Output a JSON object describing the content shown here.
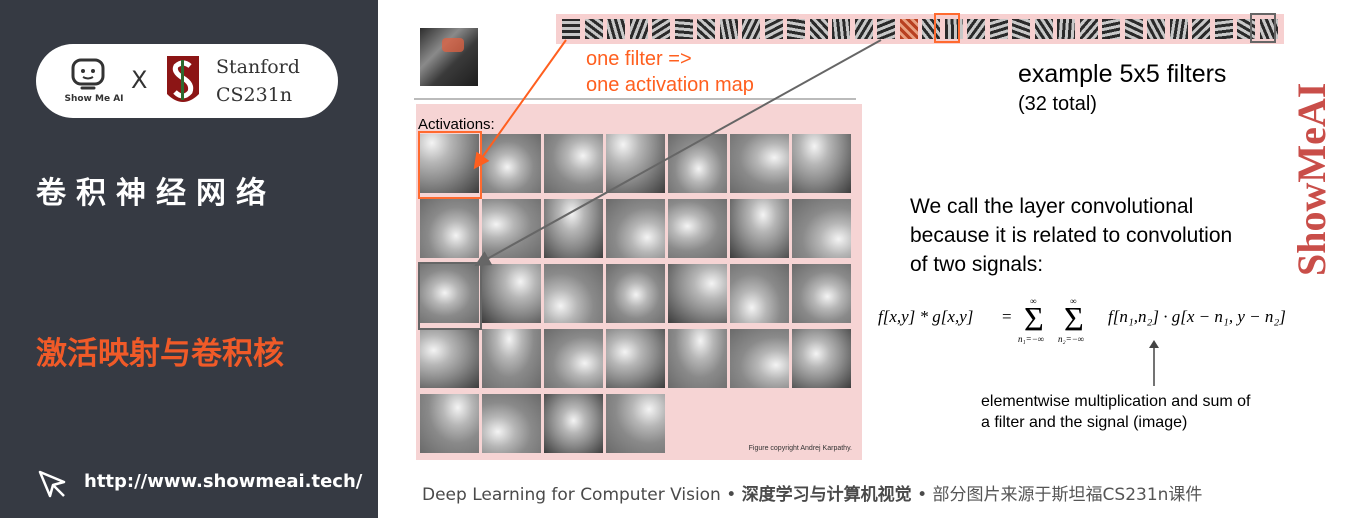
{
  "sidebar": {
    "brand": "Show Me AI",
    "x_mark": "X",
    "university": "Stanford",
    "course": "CS231n",
    "title": "卷积神经网络",
    "subtitle": "激活映射与卷积核",
    "url": "http://www.showmeai.tech/"
  },
  "slide": {
    "annotation_line1": "one filter =>",
    "annotation_line2": "one activation map",
    "example_title": "example 5x5 filters",
    "example_sub": "(32 total)",
    "activations_label": "Activations:",
    "credit": "Figure copyright Andrej Karpathy.",
    "conv_line1": "We call the layer convolutional",
    "conv_line2": "because it is related to convolution",
    "conv_line3": "of two signals:",
    "elem_line1": "elementwise multiplication and sum of",
    "elem_line2": "a filter and the signal (image)",
    "watermark": "ShowMeAI",
    "formula_text": "f[x,y] * g[x,y] = Σ_{n1=-∞}^{∞} Σ_{n2=-∞}^{∞} f[n1,n2] · g[x-n1, y-n2]"
  },
  "footer": {
    "course_name": "Deep Learning for Computer Vision",
    "sep": "•",
    "cn_title": "深度学习与计算机视觉",
    "cn_source": "部分图片来源于斯坦福CS231n课件"
  },
  "colors": {
    "sidebar_bg": "#363a43",
    "accent_orange": "#f05a28",
    "panel_pink": "#f6d4d4",
    "watermark_red": "#c0302a"
  }
}
